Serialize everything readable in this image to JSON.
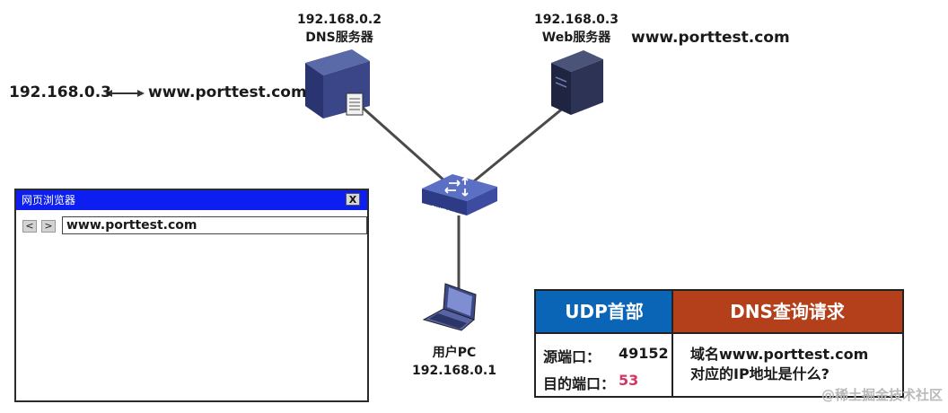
{
  "dns_server": {
    "ip": "192.168.0.2",
    "name": "DNS服务器",
    "record_ip": "192.168.0.3",
    "record_domain": "www.porttest.com"
  },
  "web_server": {
    "ip": "192.168.0.3",
    "name": "Web服务器",
    "domain": "www.porttest.com"
  },
  "switch": {
    "label": "SWITCH"
  },
  "user_pc": {
    "name": "用户PC",
    "ip": "192.168.0.1"
  },
  "browser": {
    "title": "网页浏览器",
    "close_label": "X",
    "back_label": "<",
    "forward_label": ">",
    "address": "www.porttest.com"
  },
  "packet": {
    "udp_header_title": "UDP首部",
    "dns_title": "DNS查询请求",
    "src_port_label": "源端口：",
    "src_port_value": "49152",
    "dst_port_label": "目的端口：",
    "dst_port_value": "53",
    "question_line1": "域名www.porttest.com",
    "question_line2": "对应的IP地址是什么?"
  },
  "colors": {
    "udp": "#0b65b7",
    "dns": "#b3401b",
    "highlight": "#d33763",
    "titlebar": "#0c1ff0"
  },
  "watermark": "@稀土掘金技术社区"
}
